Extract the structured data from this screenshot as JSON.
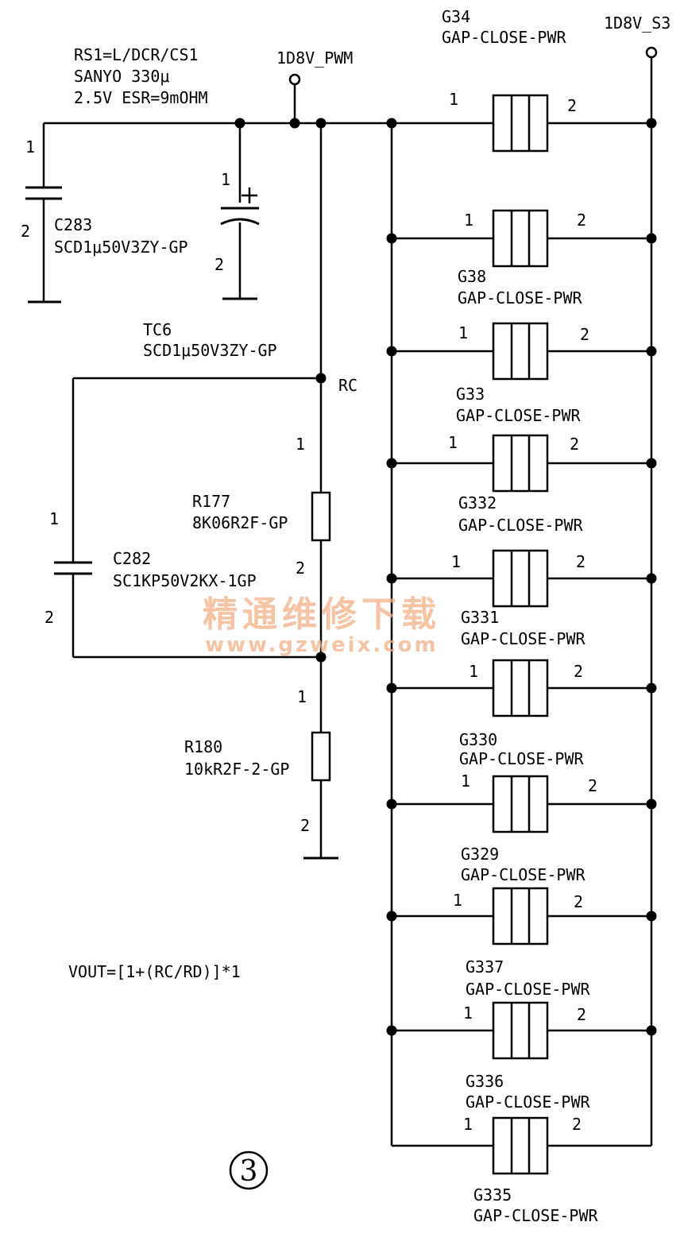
{
  "nets": {
    "pwm": "1D8V_PWM",
    "s3": "1D8V_S3",
    "rc": "RC"
  },
  "notes": {
    "rs1_line1": "RS1=L/DCR/CS1",
    "rs1_line2": "SANYO 330μ",
    "rs1_line3": "2.5V ESR=9mOHM",
    "formula": "VOUT=[1+(RC/RD)]*1",
    "page_marker": "③"
  },
  "capacitors": {
    "c283": {
      "ref": "C283",
      "value": "SCD1μ50V3ZY-GP",
      "pin1": "1",
      "pin2": "2"
    },
    "tc6": {
      "ref": "TC6",
      "value": "SCD1μ50V3ZY-GP",
      "pin1": "1",
      "pin2": "2"
    },
    "c282": {
      "ref": "C282",
      "value": "SC1KP50V2KX-1GP",
      "pin1": "1",
      "pin2": "2"
    }
  },
  "resistors": {
    "r177": {
      "ref": "R177",
      "value": "8K06R2F-GP",
      "pin1": "1",
      "pin2": "2"
    },
    "r180": {
      "ref": "R180",
      "value": "10kR2F-2-GP",
      "pin1": "1",
      "pin2": "2"
    }
  },
  "gaps": [
    {
      "ref": "G34",
      "value": "GAP-CLOSE-PWR",
      "pin1": "1",
      "pin2": "2"
    },
    {
      "ref": "G38",
      "value": "GAP-CLOSE-PWR",
      "pin1": "1",
      "pin2": "2"
    },
    {
      "ref": "G33",
      "value": "GAP-CLOSE-PWR",
      "pin1": "1",
      "pin2": "2"
    },
    {
      "ref": "G332",
      "value": "GAP-CLOSE-PWR",
      "pin1": "1",
      "pin2": "2"
    },
    {
      "ref": "G331",
      "value": "GAP-CLOSE-PWR",
      "pin1": "1",
      "pin2": "2"
    },
    {
      "ref": "G330",
      "value": "GAP-CLOSE-PWR",
      "pin1": "1",
      "pin2": "2"
    },
    {
      "ref": "G329",
      "value": "GAP-CLOSE-PWR",
      "pin1": "1",
      "pin2": "2"
    },
    {
      "ref": "G337",
      "value": "GAP-CLOSE-PWR",
      "pin1": "1",
      "pin2": "2"
    },
    {
      "ref": "G336",
      "value": "GAP-CLOSE-PWR",
      "pin1": "1",
      "pin2": "2"
    },
    {
      "ref": "G335",
      "value": "GAP-CLOSE-PWR",
      "pin1": "1",
      "pin2": "2"
    }
  ],
  "watermark": {
    "cn": "精通维修下载",
    "url": "www.gzweix.com"
  },
  "colors": {
    "ink": "#000000",
    "watermark": "#f4b088"
  }
}
